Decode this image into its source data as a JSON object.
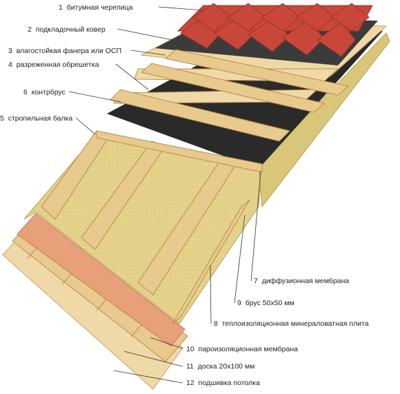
{
  "colors": {
    "shingle": "#c8473a",
    "shingle_dark": "#9e3328",
    "underlay": "#3b3b3b",
    "membrane": "#2a2a2a",
    "wood": "#e8c98e",
    "wood_dark": "#c9a35f",
    "insulation": "#e6d48c",
    "insulation_dark": "#cbb56a",
    "vapor": "#e7a07a",
    "board": "#f0d9a8",
    "leader": "#333333"
  },
  "labels": [
    {
      "num": "1",
      "text": "битумная черепица"
    },
    {
      "num": "2",
      "text": "подкладочный ковер"
    },
    {
      "num": "3",
      "text": "влагостойкая фанера или ОСП"
    },
    {
      "num": "4",
      "text": "разреженная обрешетка"
    },
    {
      "num": "6",
      "text": "контрбрус"
    },
    {
      "num": "5",
      "text": "стропильная балка"
    },
    {
      "num": "7",
      "text": "диффузионная мембрана"
    },
    {
      "num": "9",
      "text": "брус 50х50 мм"
    },
    {
      "num": "8",
      "text": "теплоизоляционная минераловатная плита"
    },
    {
      "num": "10",
      "text": "пароизоляционная мембрана"
    },
    {
      "num": "11",
      "text": "доска 20х100 мм"
    },
    {
      "num": "12",
      "text": "подшивка потолка"
    }
  ]
}
